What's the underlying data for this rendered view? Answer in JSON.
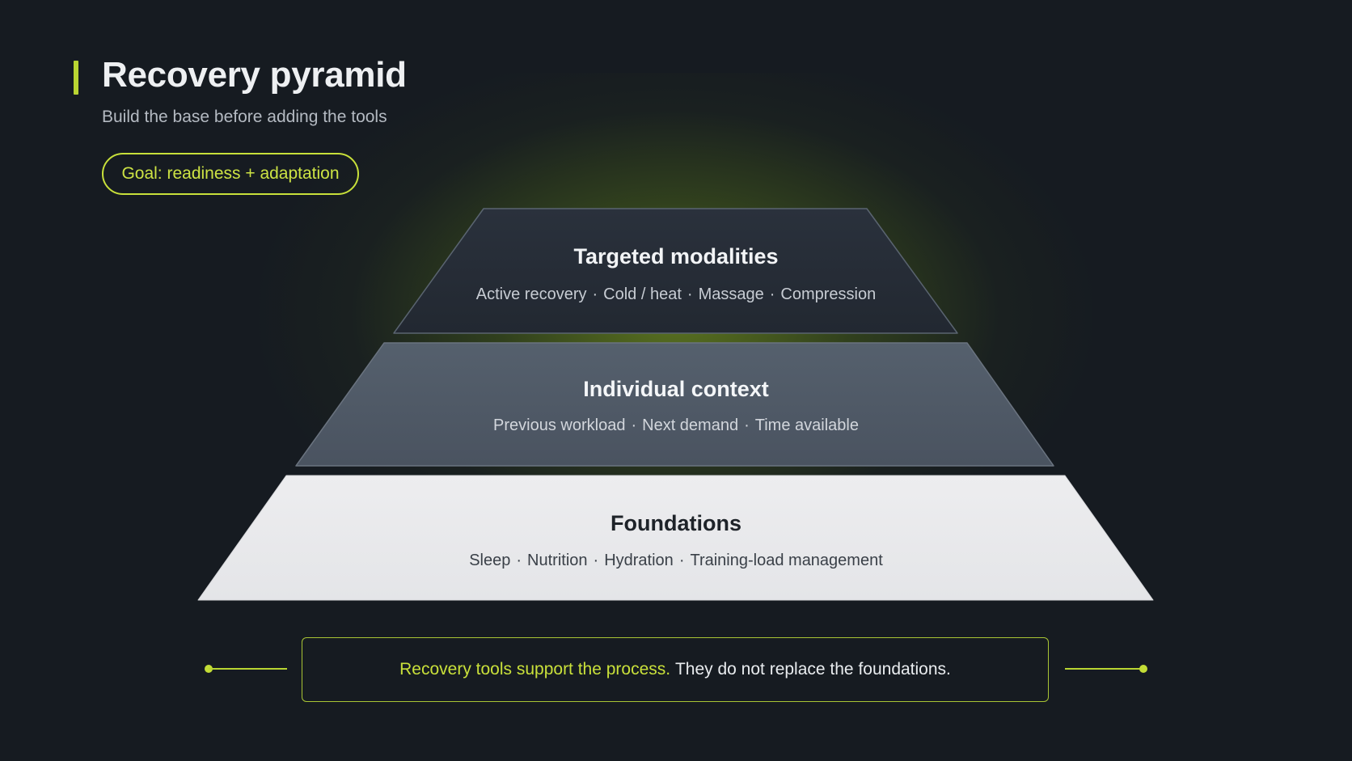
{
  "header": {
    "title": "Recovery pyramid",
    "subtitle": "Build the base before adding the tools",
    "goal_pill": "Goal: readiness + adaptation"
  },
  "pyramid": {
    "tiers": [
      {
        "title": "Targeted modalities",
        "items": [
          "Active recovery",
          "Cold / heat",
          "Massage",
          "Compression"
        ]
      },
      {
        "title": "Individual context",
        "items": [
          "Previous workload",
          "Next demand",
          "Time available"
        ]
      },
      {
        "title": "Foundations",
        "items": [
          "Sleep",
          "Nutrition",
          "Hydration",
          "Training-load management"
        ]
      }
    ],
    "separator": "·"
  },
  "footer_note": {
    "highlight": "Recovery tools support the process.",
    "rest": "They do not replace the foundations."
  },
  "colors": {
    "background": "#161b21",
    "accent": "#c8e03a",
    "tier_top": "#262d38",
    "tier_middle": "#4f5866",
    "tier_base": "#e9eaec"
  }
}
